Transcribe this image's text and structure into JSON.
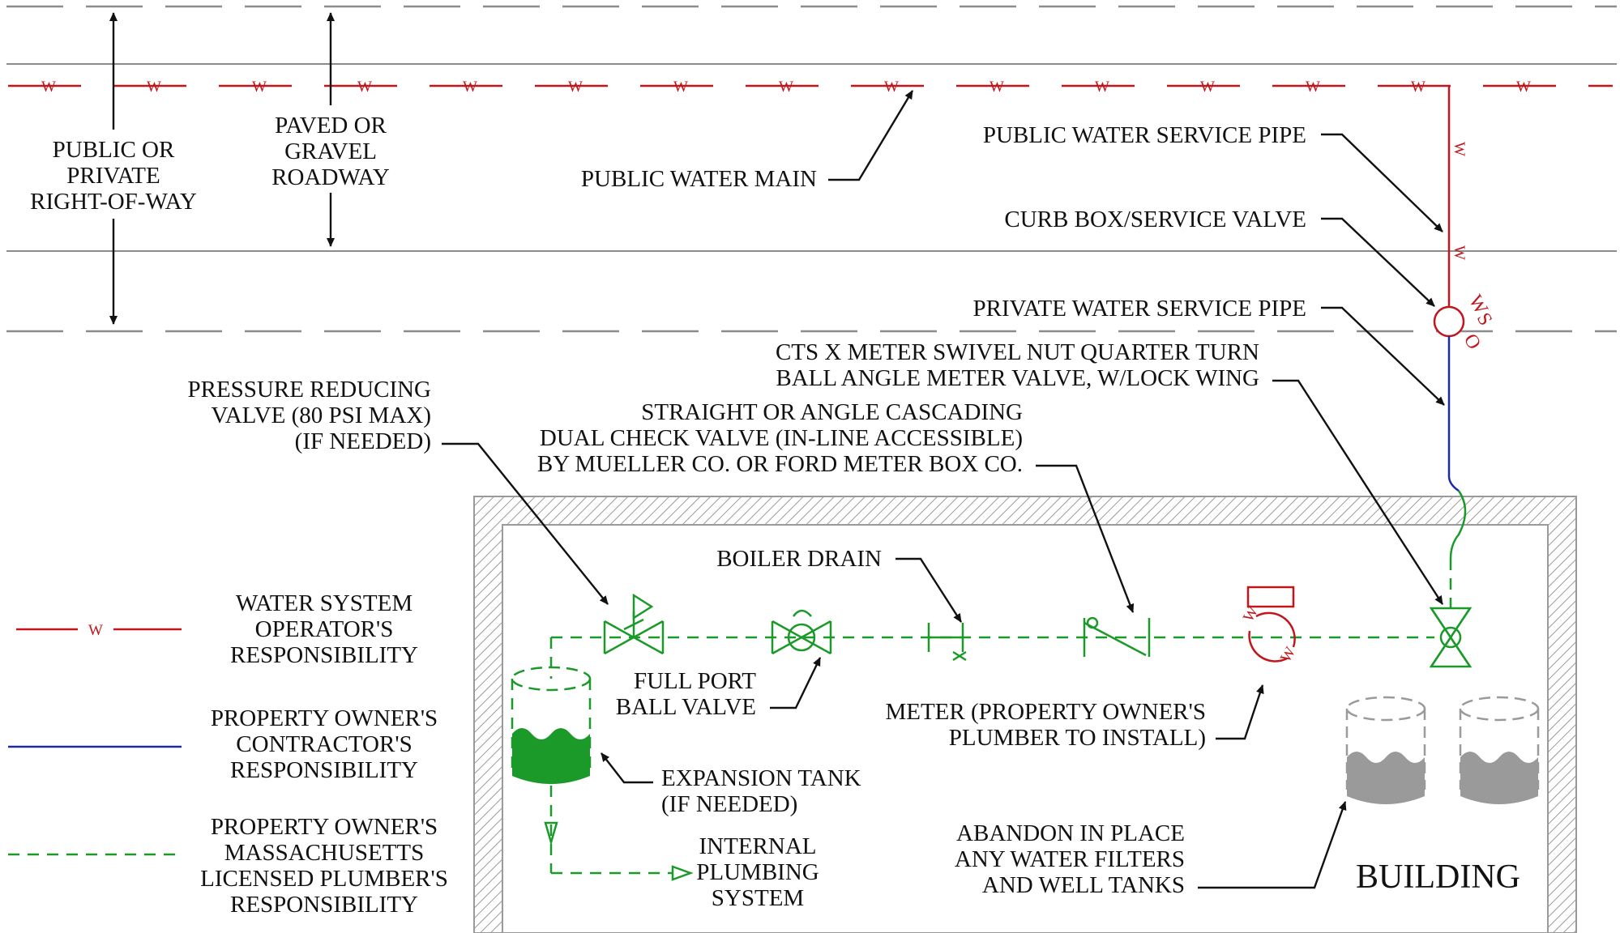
{
  "labels": {
    "right_of_way": [
      "PUBLIC OR",
      "PRIVATE",
      "RIGHT-OF-WAY"
    ],
    "roadway": [
      "PAVED  OR",
      "GRAVEL",
      "ROADWAY"
    ],
    "public_water_main": "PUBLIC WATER MAIN",
    "public_water_service_pipe": "PUBLIC WATER SERVICE PIPE",
    "curb_box": "CURB BOX/SERVICE VALVE",
    "private_water_service_pipe": "PRIVATE WATER SERVICE PIPE",
    "meter_valve": [
      "CTS X METER SWIVEL NUT QUARTER TURN",
      "BALL ANGLE METER VALVE, W/LOCK WING"
    ],
    "check_valve": [
      "STRAIGHT OR ANGLE CASCADING",
      "DUAL CHECK VALVE (IN-LINE ACCESSIBLE)",
      "BY MUELLER CO. OR FORD METER BOX CO."
    ],
    "pressure_reducing": [
      "PRESSURE REDUCING",
      "VALVE (80 PSI MAX)",
      "(IF NEEDED)"
    ],
    "boiler_drain": "BOILER DRAIN",
    "ball_valve": [
      "FULL PORT",
      "BALL VALVE"
    ],
    "meter": [
      "METER (PROPERTY OWNER'S",
      "PLUMBER TO INSTALL)"
    ],
    "expansion_tank": [
      "EXPANSION TANK",
      "(IF NEEDED)"
    ],
    "internal_plumbing": [
      "INTERNAL",
      "PLUMBING",
      "SYSTEM"
    ],
    "abandon": [
      "ABANDON IN PLACE",
      "ANY WATER FILTERS",
      "AND WELL TANKS"
    ],
    "building": "BUILDING",
    "wso": [
      "W",
      "S",
      "O"
    ]
  },
  "legend": [
    {
      "lines": [
        "WATER SYSTEM",
        "OPERATOR'S",
        "RESPONSIBILITY"
      ],
      "color": "#c0161c",
      "style": "solid-with-w"
    },
    {
      "lines": [
        "PROPERTY OWNER'S",
        "CONTRACTOR'S",
        "RESPONSIBILITY"
      ],
      "color": "#1c2aa8",
      "style": "solid"
    },
    {
      "lines": [
        "PROPERTY OWNER'S",
        "MASSACHUSETTS",
        "LICENSED PLUMBER'S",
        "RESPONSIBILITY"
      ],
      "color": "#1b9a2a",
      "style": "dashed"
    }
  ],
  "water_line_marker": "W",
  "colors": {
    "operator": "#c0161c",
    "contractor": "#1c2aa8",
    "plumber": "#1b9a2a",
    "road": "#8c8c8c",
    "abandoned": "#9a9a9a"
  }
}
